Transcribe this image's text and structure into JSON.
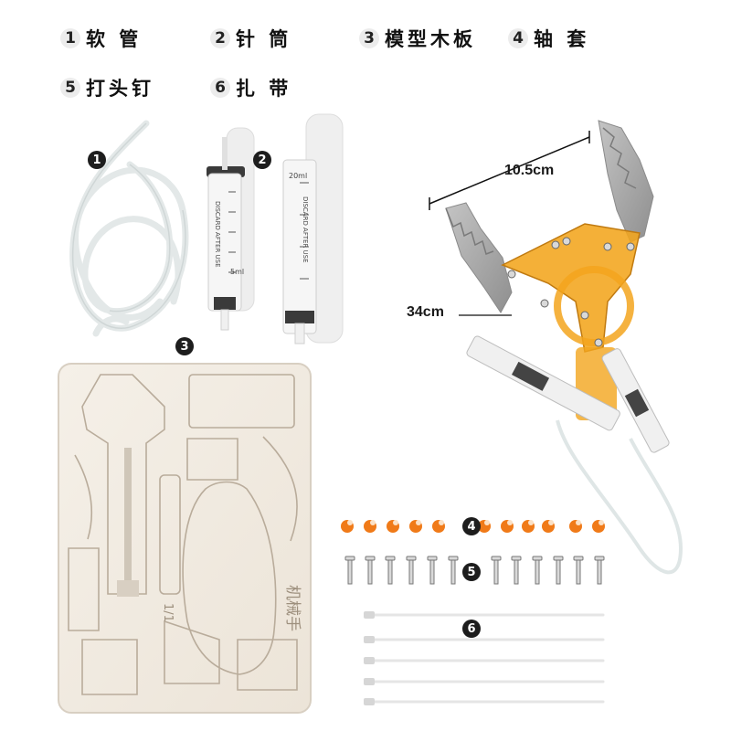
{
  "legend": [
    {
      "num": "1",
      "label": "软 管"
    },
    {
      "num": "2",
      "label": "针 筒"
    },
    {
      "num": "3",
      "label": "模型木板"
    },
    {
      "num": "4",
      "label": "轴 套"
    },
    {
      "num": "5",
      "label": "打头钉"
    },
    {
      "num": "6",
      "label": "扎 带"
    }
  ],
  "markers": [
    "1",
    "2",
    "3",
    "4",
    "5",
    "6"
  ],
  "dimensions": {
    "claw_width": "10.5cm",
    "total_length": "34cm"
  },
  "board_engraving": {
    "brand": "机械手",
    "scale": "1/1"
  },
  "syringe_text": {
    "discard": "DISCARD AFTER USE",
    "small_unit": "5ml",
    "large_unit": "20ml"
  },
  "colors": {
    "wood": "#f1ebe2",
    "claw_metal": "#a9a9a9",
    "acrylic": "#f1a51e",
    "bushing": "#f07a18",
    "tube": "#e6eaea"
  },
  "icons": [
    "syringe-icon",
    "tube-icon",
    "claw-icon",
    "wood-board-icon",
    "bushing-icon",
    "rivet-icon",
    "cable-tie-icon"
  ]
}
